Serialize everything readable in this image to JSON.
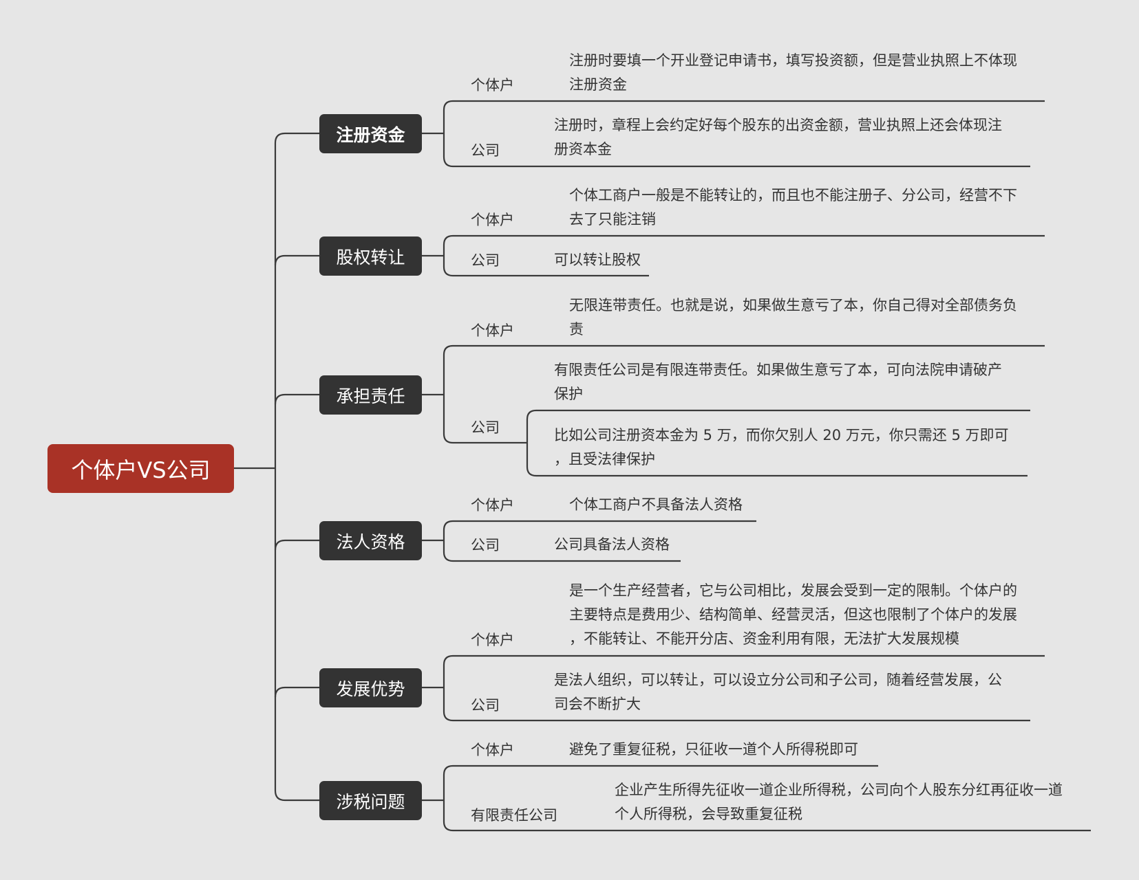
{
  "root": {
    "label": "个体户VS公司"
  },
  "categories": [
    {
      "label": "注册资金",
      "branches": [
        {
          "entity": "个体户",
          "lines": [
            "注册时要填一个开业登记申请书，填写投资额，但是营业执照上不体现",
            "注册资金"
          ]
        },
        {
          "entity": "公司",
          "lines": [
            "注册时，章程上会约定好每个股东的出资金额，营业执照上还会体现注",
            "册资本金"
          ]
        }
      ]
    },
    {
      "label": "股权转让",
      "branches": [
        {
          "entity": "个体户",
          "lines": [
            "个体工商户一般是不能转让的，而且也不能注册子、分公司，经营不下",
            "去了只能注销"
          ]
        },
        {
          "entity": "公司",
          "lines": [
            "可以转让股权"
          ]
        }
      ]
    },
    {
      "label": "承担责任",
      "branches": [
        {
          "entity": "个体户",
          "lines": [
            "无限连带责任。也就是说，如果做生意亏了本，你自己得对全部债务负",
            "责"
          ]
        },
        {
          "entity": "公司",
          "lines": [
            "有限责任公司是有限连带责任。如果做生意亏了本，可向法院申请破产",
            "保护"
          ]
        },
        {
          "entity": "",
          "lines": [
            "比如公司注册资本金为 5 万，而你欠别人 20 万元，你只需还 5 万即可",
            "，且受法律保护"
          ]
        }
      ]
    },
    {
      "label": "法人资格",
      "branches": [
        {
          "entity": "个体户",
          "lines": [
            "个体工商户不具备法人资格"
          ]
        },
        {
          "entity": "公司",
          "lines": [
            "公司具备法人资格"
          ]
        }
      ]
    },
    {
      "label": "发展优势",
      "branches": [
        {
          "entity": "个体户",
          "lines": [
            "是一个生产经营者，它与公司相比，发展会受到一定的限制。个体户的",
            "主要特点是费用少、结构简单、经营灵活，但这也限制了个体户的发展",
            "，不能转让、不能开分店、资金利用有限，无法扩大发展规模"
          ]
        },
        {
          "entity": "公司",
          "lines": [
            "是法人组织，可以转让，可以设立分公司和子公司，随着经营发展，公",
            "司会不断扩大"
          ]
        }
      ]
    },
    {
      "label": "涉税问题",
      "branches": [
        {
          "entity": "个体户",
          "lines": [
            "避免了重复征税，只征收一道个人所得税即可"
          ]
        },
        {
          "entity": "有限责任公司",
          "lines": [
            "企业产生所得先征收一道企业所得税，公司向个人股东分红再征收一道",
            "个人所得税，会导致重复征税"
          ]
        }
      ]
    }
  ]
}
